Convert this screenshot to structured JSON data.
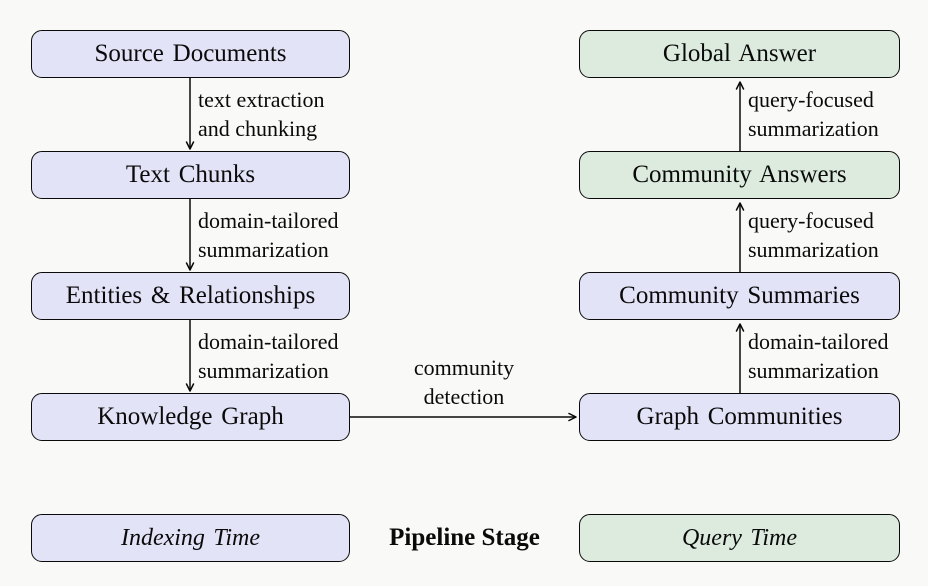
{
  "diagram": {
    "colors": {
      "background": "#f9f9f7",
      "border": "#0a0a0a",
      "text": "#0a0a0a",
      "indexing_fill": "#e3e3f8",
      "query_fill": "#dcebdd"
    },
    "nodes": {
      "source_documents": {
        "label": "Source Documents"
      },
      "text_chunks": {
        "label": "Text Chunks"
      },
      "entities_relationships": {
        "label": "Entities & Relationships"
      },
      "knowledge_graph": {
        "label": "Knowledge Graph"
      },
      "global_answer": {
        "label": "Global Answer"
      },
      "community_answers": {
        "label": "Community Answers"
      },
      "community_summaries": {
        "label": "Community Summaries"
      },
      "graph_communities": {
        "label": "Graph Communities"
      }
    },
    "edges": {
      "source_to_chunks": {
        "line1": "text extraction",
        "line2": "and chunking"
      },
      "chunks_to_entities": {
        "line1": "domain-tailored",
        "line2": "summarization"
      },
      "entities_to_graph": {
        "line1": "domain-tailored",
        "line2": "summarization"
      },
      "graph_to_communities": {
        "line1": "community",
        "line2": "detection"
      },
      "communities_to_summaries": {
        "line1": "domain-tailored",
        "line2": "summarization"
      },
      "summaries_to_answers": {
        "line1": "query-focused",
        "line2": "summarization"
      },
      "answers_to_global": {
        "line1": "query-focused",
        "line2": "summarization"
      }
    },
    "legend": {
      "indexing": "Indexing Time",
      "center": "Pipeline Stage",
      "query": "Query Time"
    }
  }
}
